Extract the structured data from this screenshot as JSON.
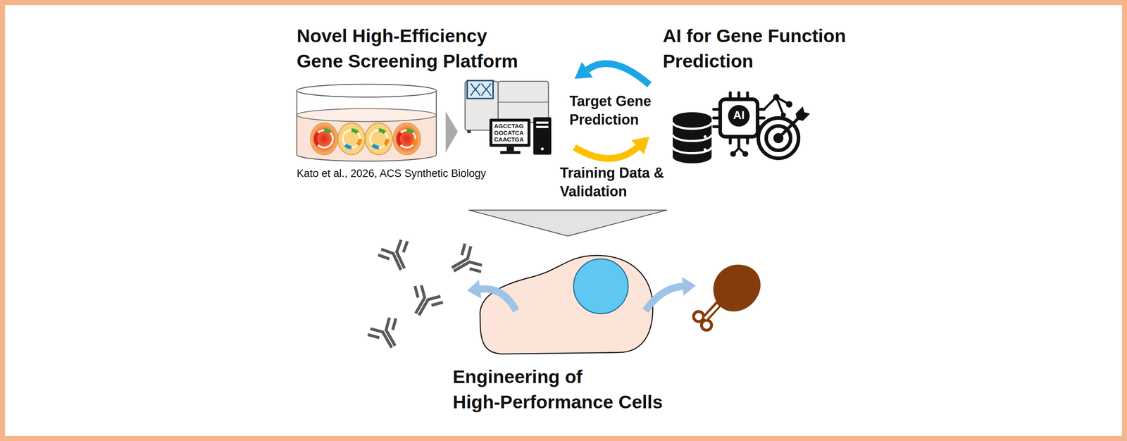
{
  "diagram": {
    "nodes": [
      {
        "text": [
          "Novel High-Efficiency Gene Screening Platform"
        ]
      },
      {
        "text": [
          "AI for Gene Function Prediction"
        ]
      },
      {
        "text": [
          "Engineering of High-Performance Cells"
        ]
      }
    ],
    "edges": [
      {
        "from": 1,
        "to": 0,
        "arrow": "to",
        "label": "Target Gene Prediction"
      },
      {
        "from": 0,
        "to": 1,
        "arrow": "to",
        "label": "Training Data & Validation"
      }
    ],
    "labels": [
      "Kato et al., 2026, ACS Synthetic Biology",
      "AGCCTAG",
      "GGCATCA",
      "CAACTGA",
      "AI"
    ]
  }
}
